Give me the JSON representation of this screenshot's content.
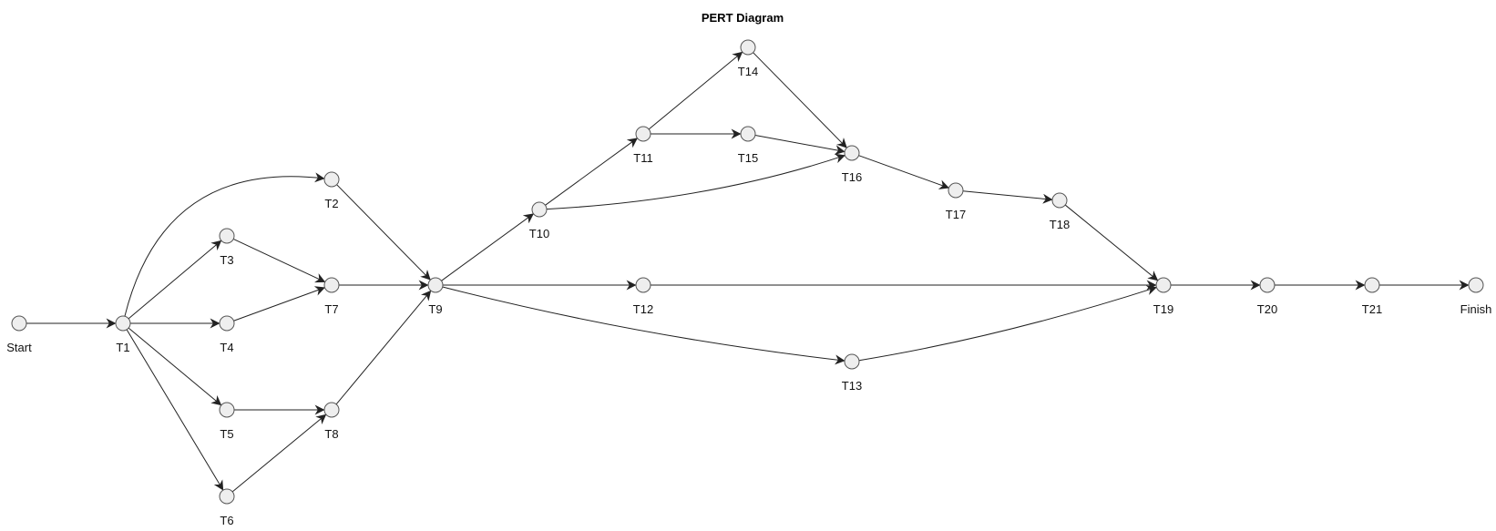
{
  "title": "PERT Diagram",
  "nodes": [
    {
      "id": "start",
      "label": "Start"
    },
    {
      "id": "t1",
      "label": "T1"
    },
    {
      "id": "t2",
      "label": "T2"
    },
    {
      "id": "t3",
      "label": "T3"
    },
    {
      "id": "t4",
      "label": "T4"
    },
    {
      "id": "t5",
      "label": "T5"
    },
    {
      "id": "t6",
      "label": "T6"
    },
    {
      "id": "t7",
      "label": "T7"
    },
    {
      "id": "t8",
      "label": "T8"
    },
    {
      "id": "t9",
      "label": "T9"
    },
    {
      "id": "t10",
      "label": "T10"
    },
    {
      "id": "t11",
      "label": "T11"
    },
    {
      "id": "t12",
      "label": "T12"
    },
    {
      "id": "t13",
      "label": "T13"
    },
    {
      "id": "t14",
      "label": "T14"
    },
    {
      "id": "t15",
      "label": "T15"
    },
    {
      "id": "t16",
      "label": "T16"
    },
    {
      "id": "t17",
      "label": "T17"
    },
    {
      "id": "t18",
      "label": "T18"
    },
    {
      "id": "t19",
      "label": "T19"
    },
    {
      "id": "t20",
      "label": "T20"
    },
    {
      "id": "t21",
      "label": "T21"
    },
    {
      "id": "finish",
      "label": "Finish"
    }
  ],
  "edges": [
    {
      "from": "start",
      "to": "t1"
    },
    {
      "from": "t1",
      "to": "t2"
    },
    {
      "from": "t1",
      "to": "t3"
    },
    {
      "from": "t1",
      "to": "t4"
    },
    {
      "from": "t1",
      "to": "t5"
    },
    {
      "from": "t1",
      "to": "t6"
    },
    {
      "from": "t2",
      "to": "t9"
    },
    {
      "from": "t3",
      "to": "t7"
    },
    {
      "from": "t4",
      "to": "t7"
    },
    {
      "from": "t5",
      "to": "t8"
    },
    {
      "from": "t6",
      "to": "t8"
    },
    {
      "from": "t7",
      "to": "t9"
    },
    {
      "from": "t8",
      "to": "t9"
    },
    {
      "from": "t9",
      "to": "t10"
    },
    {
      "from": "t9",
      "to": "t12"
    },
    {
      "from": "t9",
      "to": "t13"
    },
    {
      "from": "t10",
      "to": "t11"
    },
    {
      "from": "t10",
      "to": "t16"
    },
    {
      "from": "t11",
      "to": "t14"
    },
    {
      "from": "t11",
      "to": "t15"
    },
    {
      "from": "t14",
      "to": "t16"
    },
    {
      "from": "t15",
      "to": "t16"
    },
    {
      "from": "t16",
      "to": "t17"
    },
    {
      "from": "t17",
      "to": "t18"
    },
    {
      "from": "t18",
      "to": "t19"
    },
    {
      "from": "t12",
      "to": "t19"
    },
    {
      "from": "t13",
      "to": "t19"
    },
    {
      "from": "t19",
      "to": "t20"
    },
    {
      "from": "t20",
      "to": "t21"
    },
    {
      "from": "t21",
      "to": "finish"
    }
  ]
}
